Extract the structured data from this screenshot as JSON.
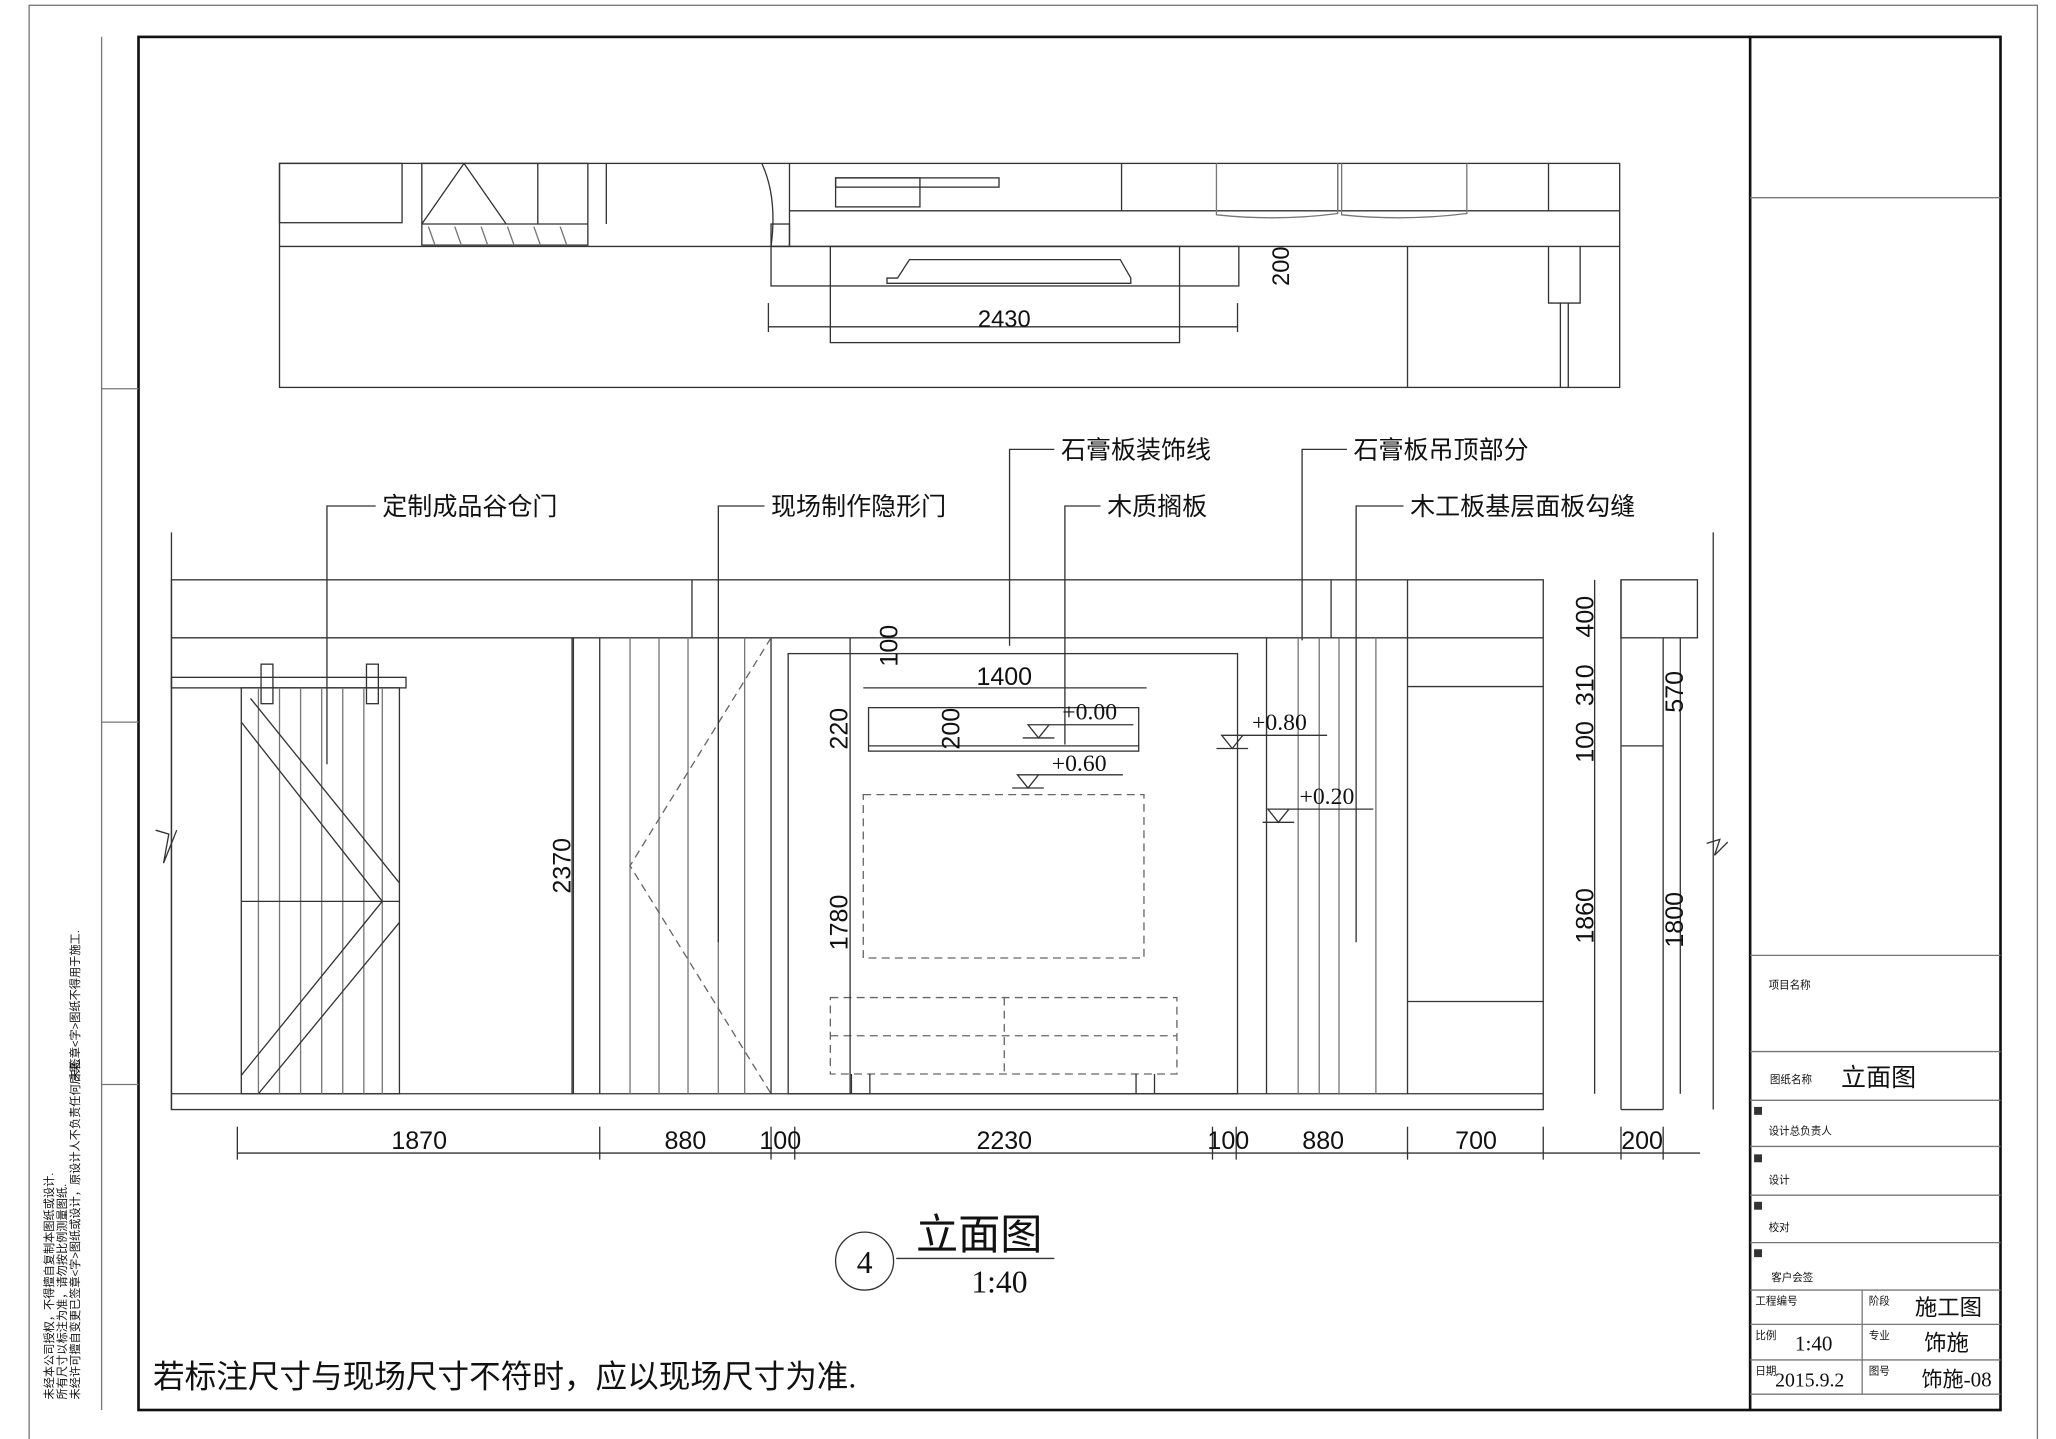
{
  "notes": [
    "未经本公司授权，不得擅自复制本图纸或设计.",
    "所有尺寸以标注为准，请勿按比例测量图纸.",
    "未经许可擅自变更已签章<字>图纸或设计，原设计人不负责任何后果.",
    "未签章<字>图纸不得用于施工."
  ],
  "plan": {
    "width_dim": "2430",
    "depth_dim": "200"
  },
  "callouts": {
    "barn_door": "定制成品谷仓门",
    "hidden_door": "现场制作隐形门",
    "gypsum_line": "石膏板装饰线",
    "wood_shelf": "木质搁板",
    "gypsum_ceiling": "石膏板吊顶部分",
    "panel_groove": "木工板基层面板勾缝"
  },
  "dims": {
    "bottom": [
      "1870",
      "880",
      "100",
      "2230",
      "100",
      "880",
      "700",
      "200"
    ],
    "door_height": "2370",
    "frame_top": "100",
    "shelf_width": "1400",
    "shelf_220": "220",
    "shelf_200": "200",
    "tv_height": "1780",
    "right": [
      "400",
      "310",
      "100",
      "1860"
    ],
    "side": [
      "570",
      "1800"
    ]
  },
  "levels": [
    "+0.00",
    "+0.60",
    "+0.80",
    "+0.20"
  ],
  "view": {
    "number": "4",
    "title": "立面图",
    "scale": "1:40"
  },
  "disclaimer": "若标注尺寸与现场尺寸不符时，应以现场尺寸为准.",
  "title_block": {
    "project_label": "项目名称",
    "drawing_name_label": "图纸名称",
    "drawing_name": "立面图",
    "chief_label": "设计总负责人",
    "designer_label": "设计",
    "checker_label": "校对",
    "client_label": "客户会签",
    "project_no_label": "工程编号",
    "stage_label": "阶段",
    "stage": "施工图",
    "scale_label": "比例",
    "scale": "1:40",
    "discipline_label": "专业",
    "discipline": "饰施",
    "date_label": "日期",
    "date": "2015.9.2",
    "sheet_label": "图号",
    "sheet": "饰施-08"
  }
}
